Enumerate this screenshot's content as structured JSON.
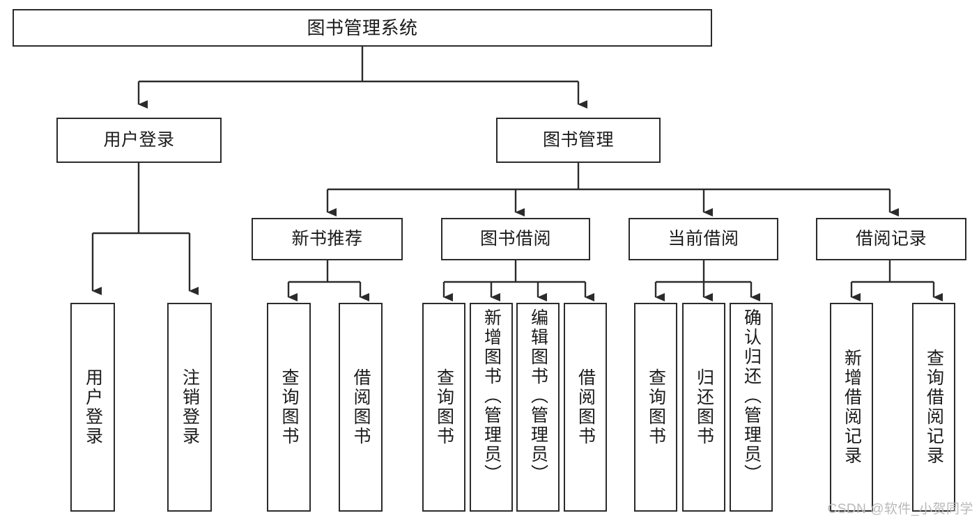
{
  "diagram": {
    "title": "图书管理系统",
    "type": "tree-hierarchy",
    "colors": {
      "stroke": "#2b2b2b",
      "fill": "#ffffff",
      "text": "#1a1a1a",
      "watermark": "#b9b9b9"
    },
    "tier1": {
      "root": {
        "label": "图书管理系统"
      }
    },
    "tier2": [
      {
        "label": "用户登录"
      },
      {
        "label": "图书管理"
      }
    ],
    "tier3": [
      {
        "label": "新书推荐"
      },
      {
        "label": "图书借阅"
      },
      {
        "label": "当前借阅"
      },
      {
        "label": "借阅记录"
      }
    ],
    "leaves": {
      "user_login": [
        {
          "label": "用户登录"
        },
        {
          "label": "注销登录"
        }
      ],
      "new_book": [
        {
          "label": "查询图书"
        },
        {
          "label": "借阅图书"
        }
      ],
      "borrow_book": [
        {
          "label": "查询图书"
        },
        {
          "label": "新增图书（管理员）"
        },
        {
          "label": "编辑图书（管理员）"
        },
        {
          "label": "借阅图书"
        }
      ],
      "current_borrow": [
        {
          "label": "查询图书"
        },
        {
          "label": "归还图书"
        },
        {
          "label": "确认归还（管理员）"
        }
      ],
      "borrow_record": [
        {
          "label": "新增借阅记录"
        },
        {
          "label": "查询借阅记录"
        }
      ]
    }
  },
  "watermark": {
    "text": "CSDN @软件_小贺同学"
  }
}
